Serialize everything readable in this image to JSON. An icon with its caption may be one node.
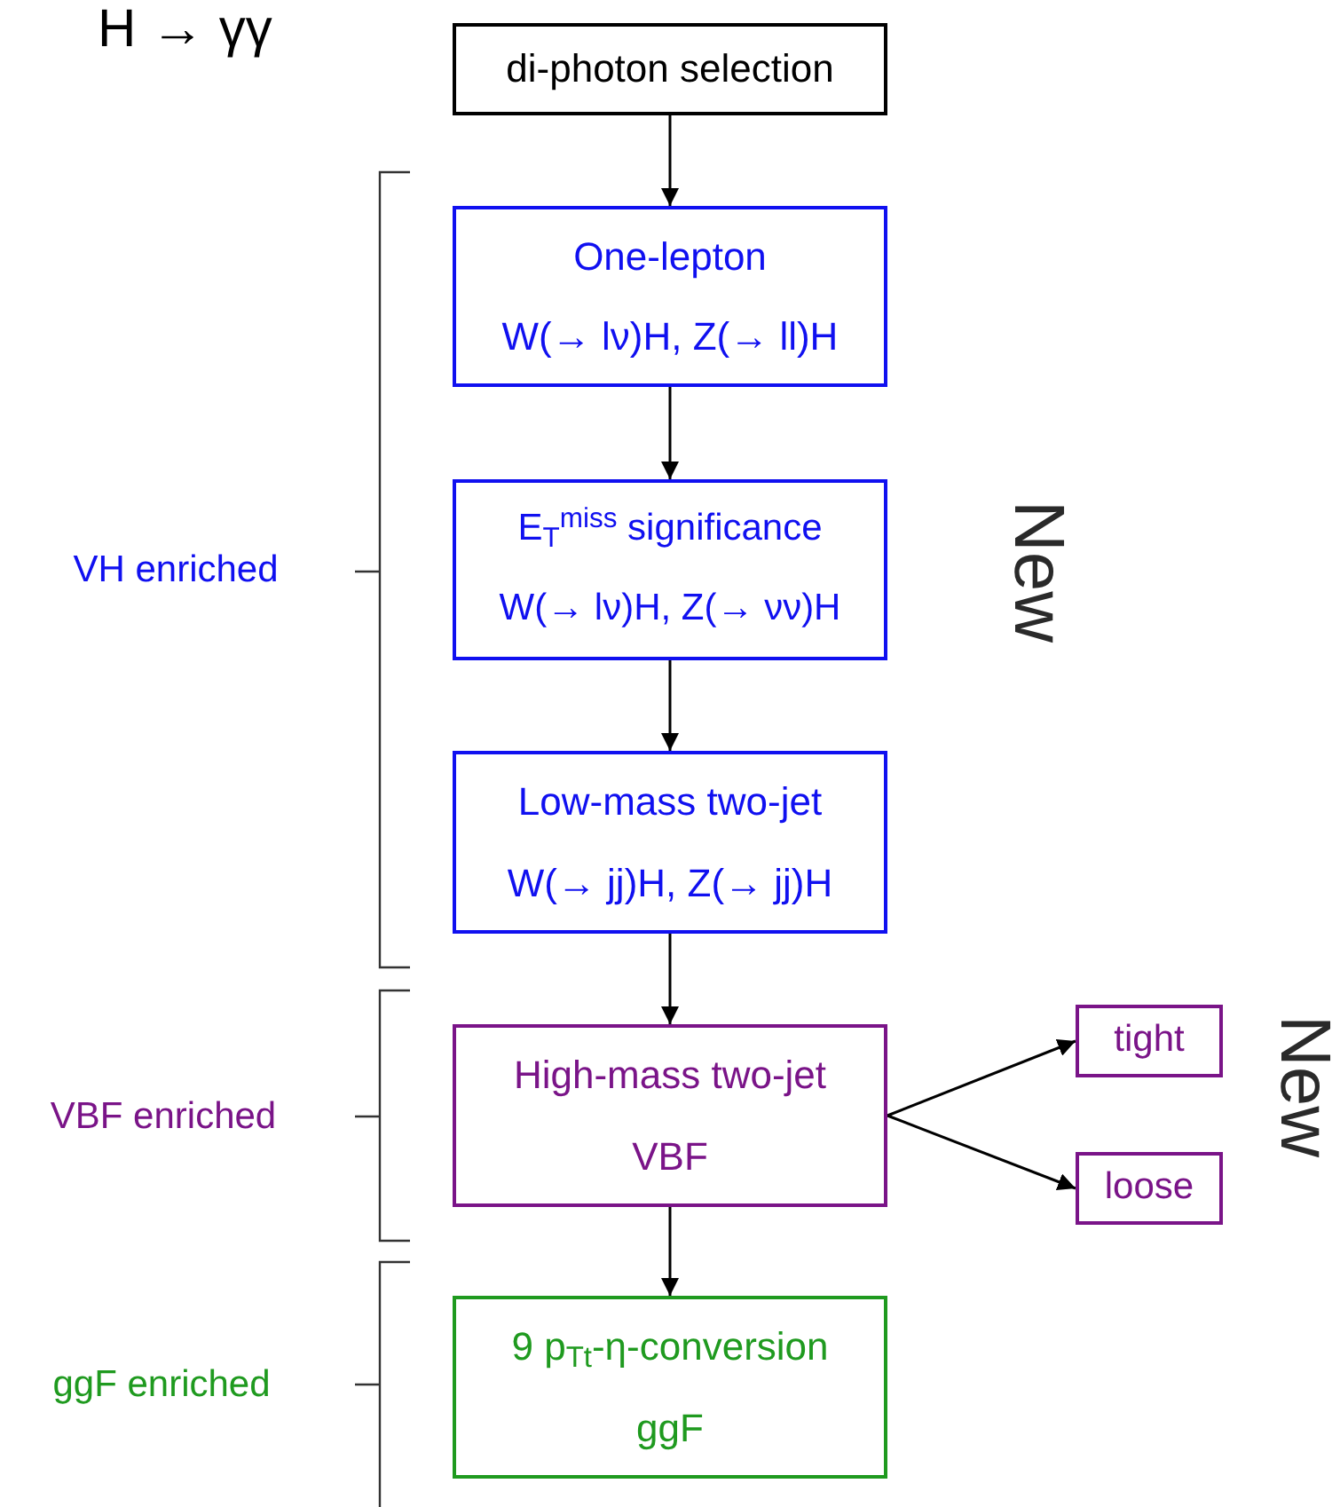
{
  "diagram": {
    "title": "H → γγ",
    "nodes": [
      {
        "text": [
          "di-photon selection"
        ]
      },
      {
        "text": [
          "One-lepton",
          "W(→ lν)H, Z(→ ll)H"
        ]
      },
      {
        "text": [
          "E$_{T}$$^{miss}$ significance",
          "W(→ lν)H, Z(→ νν)H"
        ]
      },
      {
        "text": [
          "Low-mass two-jet",
          "W(→ jj)H, Z(→ jj)H"
        ]
      },
      {
        "text": [
          "High-mass two-jet",
          "VBF"
        ]
      },
      {
        "text": [
          "tight"
        ]
      },
      {
        "text": [
          "loose"
        ]
      },
      {
        "text": [
          "9 p$_{Tt}$-η-conversion",
          "ggF"
        ]
      }
    ],
    "edges": [
      {
        "from": 0,
        "to": 1,
        "arrow": "to"
      },
      {
        "from": 1,
        "to": 2,
        "arrow": "to"
      },
      {
        "from": 2,
        "to": 3,
        "arrow": "to"
      },
      {
        "from": 3,
        "to": 4,
        "arrow": "to"
      },
      {
        "from": 4,
        "to": 5,
        "arrow": "to"
      },
      {
        "from": 4,
        "to": 6,
        "arrow": "to"
      },
      {
        "from": 4,
        "to": 7,
        "arrow": "to"
      }
    ],
    "labels": [
      "VH enriched",
      "VBF enriched",
      "ggF enriched",
      "New",
      "New"
    ]
  }
}
